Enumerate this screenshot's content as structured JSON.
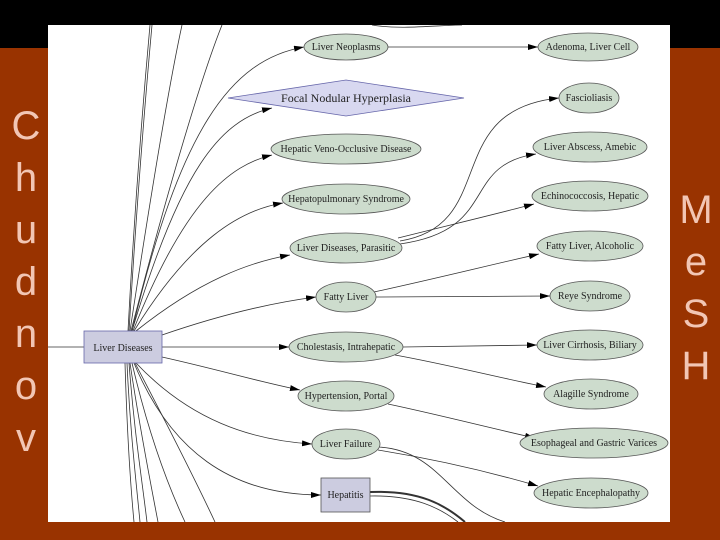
{
  "left_title": [
    "C",
    "h",
    "u",
    "d",
    "n",
    "o",
    "v"
  ],
  "right_title": [
    "M",
    "e",
    "S",
    "H"
  ],
  "colors": {
    "background": "#000000",
    "side": "#993300",
    "ellipse_fill": "#cddccd",
    "box_fill": "#cccce0",
    "diamond_fill": "#d8d8f0",
    "title": "#f2c6b4"
  },
  "nodes": {
    "root": "Liver Diseases",
    "liver_neoplasms": "Liver Neoplasms",
    "adenoma": "Adenoma, Liver Cell",
    "focal_nodular": "Focal Nodular Hyperplasia",
    "veno_occlusive": "Hepatic Veno-Occlusive Disease",
    "hepatopulmonary": "Hepatopulmonary Syndrome",
    "parasitic": "Liver Diseases, Parasitic",
    "fatty_liver": "Fatty Liver",
    "cholestasis": "Cholestasis, Intrahepatic",
    "hypertension": "Hypertension, Portal",
    "liver_failure": "Liver Failure",
    "hepatitis": "Hepatitis",
    "fascioliasis": "Fascioliasis",
    "abscess": "Liver Abscess, Amebic",
    "echinococcosis": "Echinococcosis, Hepatic",
    "fatty_alcoholic": "Fatty Liver, Alcoholic",
    "reye": "Reye Syndrome",
    "cirrhosis": "Liver Cirrhosis, Biliary",
    "alagille": "Alagille Syndrome",
    "varices": "Esophageal and Gastric Varices",
    "encephalopathy": "Hepatic Encephalopathy"
  }
}
